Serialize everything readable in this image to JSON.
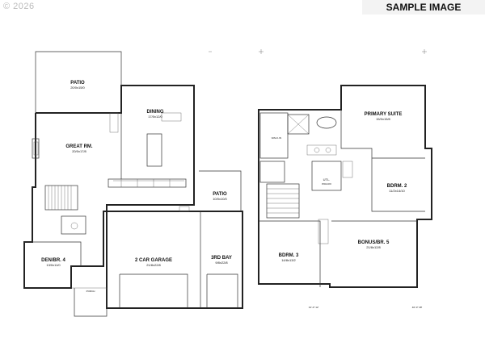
{
  "copyright": "© 2026",
  "banner": "SAMPLE IMAGE",
  "rooms": {
    "patio_main": {
      "name": "PATIO",
      "dim": "20/0x15/0"
    },
    "dining": {
      "name": "DINING",
      "dim": "17/0x12/0"
    },
    "great_rm": {
      "name": "GREAT RM.",
      "dim": "20/0x17/8"
    },
    "patio_side": {
      "name": "PATIO",
      "dim": "10/0x10/0"
    },
    "den": {
      "name": "DEN/BR. 4",
      "dim": "13/0x11/0"
    },
    "garage": {
      "name": "2 CAR GARAGE",
      "dim": "21/8x22/8"
    },
    "bay3": {
      "name": "3RD BAY",
      "dim": "9/8x22/8"
    },
    "porch": {
      "name": "PORCH",
      "dim": ""
    },
    "primary": {
      "name": "PRIMARY SUITE",
      "dim": "15/0x15/8"
    },
    "walkin": {
      "name": "WALK-IN",
      "dim": ""
    },
    "utl": {
      "name": "UTL.",
      "dim": "8/0x10/0"
    },
    "bdrm2": {
      "name": "BDRM. 2",
      "dim": "11/2x14/10"
    },
    "bdrm3": {
      "name": "BDRM. 3",
      "dim": "14/8x13/2"
    },
    "bonus": {
      "name": "BONUS/BR. 5",
      "dim": "21/8x12/8"
    }
  },
  "footer_left": "31'-0\" 12'",
  "footer_right": "40'-0\" 48'"
}
